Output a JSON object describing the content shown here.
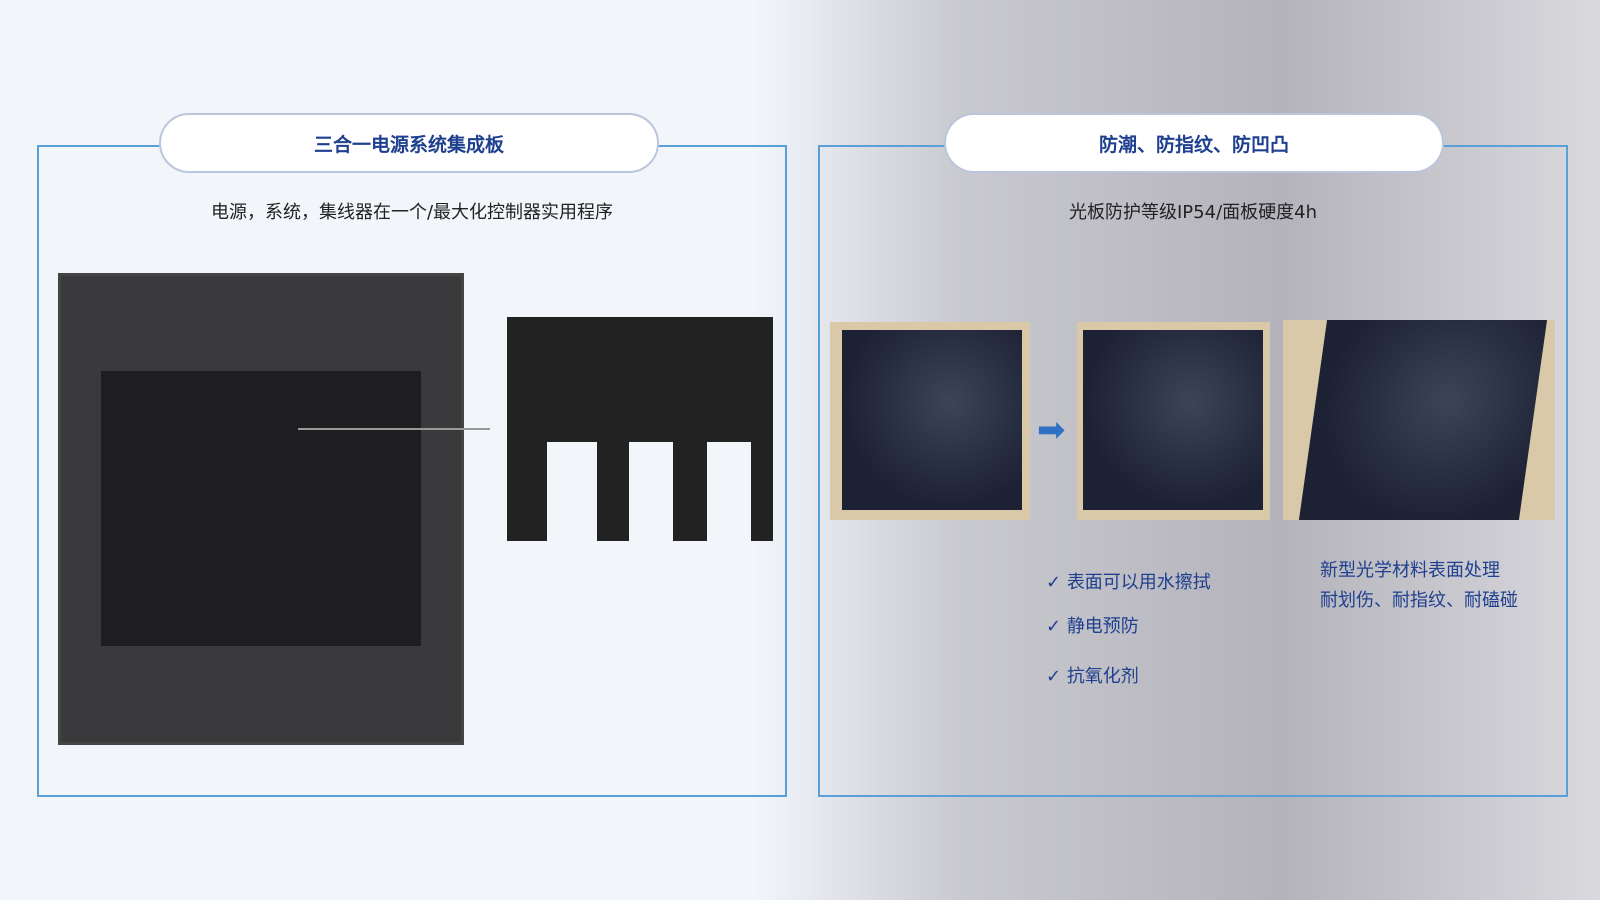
{
  "left": {
    "title": "三合一电源系统集成板",
    "subtitle": "电源，系统，集线器在一个/最大化控制器实用程序"
  },
  "right": {
    "title": "防潮、防指纹、防凹凸",
    "subtitle": "光板防护等级IP54/面板硬度4h",
    "checks": [
      "表面可以用水擦拭",
      "静电预防",
      "抗氧化剂"
    ],
    "note": [
      "新型光学材料表面处理",
      "耐划伤、耐指纹、耐磕碰"
    ]
  },
  "colors": {
    "accent": "#1f3f8f",
    "border": "#5aa0d8"
  }
}
